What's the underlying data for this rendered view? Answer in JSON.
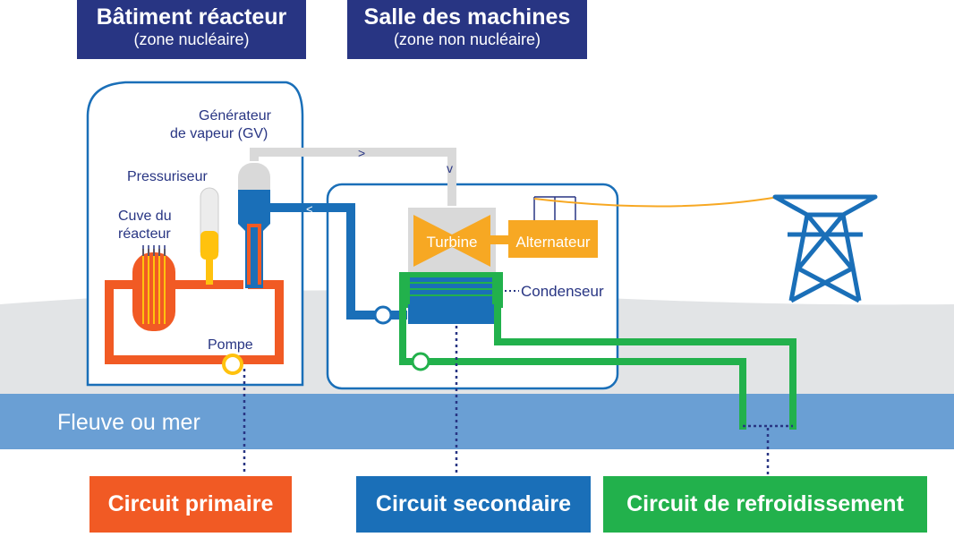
{
  "headers": {
    "reactor_building": {
      "title": "Bâtiment réacteur",
      "subtitle": "(zone nucléaire)"
    },
    "machine_hall": {
      "title": "Salle des machines",
      "subtitle": "(zone non nucléaire)"
    }
  },
  "labels": {
    "steam_generator_line1": "Générateur",
    "steam_generator_line2": "de vapeur (GV)",
    "pressurizer": "Pressuriseur",
    "vessel_line1": "Cuve du",
    "vessel_line2": "réacteur",
    "pump": "Pompe",
    "turbine": "Turbine",
    "alternator": "Alternateur",
    "condenser": "Condenseur",
    "river": "Fleuve ou mer"
  },
  "legend": {
    "primary": "Circuit primaire",
    "secondary": "Circuit secondaire",
    "cooling": "Circuit de refroidissement"
  },
  "colors": {
    "navy": "#283583",
    "primary": "#f15a24",
    "secondary": "#1a6fb8",
    "cooling": "#22b14c",
    "orange": "#f7a823",
    "yellow": "#ffc20e",
    "water": "#6a9fd4",
    "ground": "#e2e4e6",
    "steam": "#d9d9d9"
  }
}
